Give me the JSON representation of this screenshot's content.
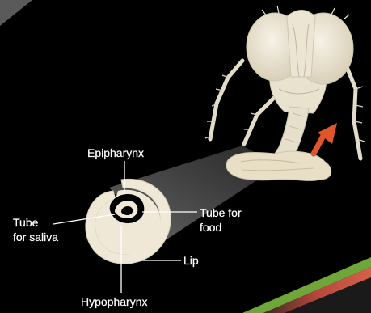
{
  "labels": {
    "epipharynx": "Epipharynx",
    "tube_food_line1": "Tube for",
    "tube_food_line2": "food",
    "tube_saliva_line1": "Tube",
    "tube_saliva_line2": "for saliva",
    "lip": "Lip",
    "hypopharynx": "Hypopharynx"
  },
  "colors": {
    "background": "#000000",
    "insect_body": "#e9e2cf",
    "arrow": "#e0552a",
    "beam": "#6a6a6a",
    "stripe_green": "#6fa63a",
    "stripe_red": "#c8473a"
  }
}
